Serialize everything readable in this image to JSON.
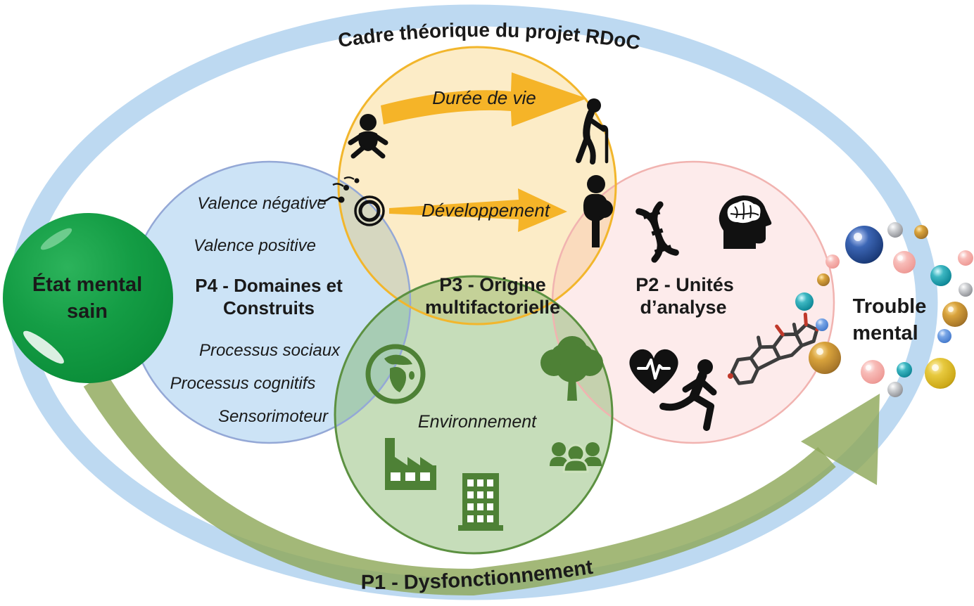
{
  "diagram": {
    "outer_label_top": "Cadre théorique du projet RDoC",
    "outer_label_bottom": "P1 - Dysfonctionnement",
    "healthy_state": {
      "line1": "État mental",
      "line2": "sain"
    },
    "trouble_mental": {
      "line1": "Trouble",
      "line2": "mental"
    },
    "p4": {
      "valence_negative": "Valence négative",
      "valence_positive": "Valence positive",
      "title_line1": "P4 - Domaines et",
      "title_line2": "Construits",
      "processus_sociaux": "Processus sociaux",
      "processus_cognitifs": "Processus cognitifs",
      "sensorimoteur": "Sensorimoteur"
    },
    "p3": {
      "title_line1": "P3 - Origine",
      "title_line2": "multifactorielle",
      "arrow_lifespan": "Durée de vie",
      "arrow_development": "Développement"
    },
    "p2": {
      "title_line1": "P2 - Unités",
      "title_line2": "d’analyse"
    },
    "environment": {
      "label": "Environnement"
    },
    "icons": [
      "baby-icon",
      "elderly-person-icon",
      "fertilization-icon",
      "pregnant-woman-icon",
      "dna-icon",
      "head-brain-icon",
      "heart-pulse-icon",
      "runner-icon",
      "molecule-icon",
      "globe-icon",
      "tree-icon",
      "factory-icon",
      "building-icon",
      "people-group-icon"
    ],
    "colors": {
      "outer_band": "#BDD9F1",
      "p1_arrow_band": "#8FA85A",
      "healthy_green": "#0F9C41",
      "p4_fill": "#CFE5F7",
      "p4_border": "#94A8D6",
      "p3_fill": "#FCEDCB",
      "p3_border": "#F2B62C",
      "p2_fill": "#FCEDEF",
      "p2_border": "#F1B3B0",
      "env_fill": "#C8E0B8",
      "env_border": "#5C9141",
      "yellow_arrow": "#F5B428",
      "icon_green": "#4E8136",
      "icon_black": "#111111",
      "sphere_navy": "#1D3E7E",
      "sphere_silver": "#9A9CA0",
      "sphere_gold": "#A9782A",
      "sphere_pink": "#F0A29E",
      "sphere_teal": "#1498A6",
      "sphere_blue": "#5B8FD6",
      "sphere_yellow": "#D4AF1E"
    }
  }
}
